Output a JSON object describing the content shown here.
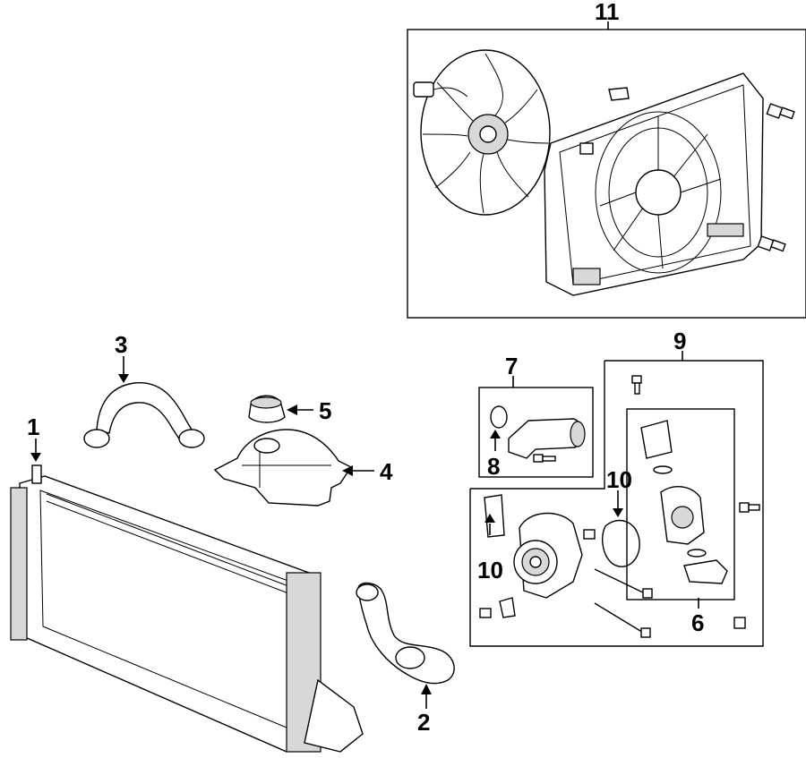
{
  "callouts": {
    "c1": "1",
    "c2": "2",
    "c3": "3",
    "c4": "4",
    "c5": "5",
    "c6": "6",
    "c7": "7",
    "c8": "8",
    "c9": "9",
    "c10a": "10",
    "c10b": "10",
    "c11": "11"
  }
}
